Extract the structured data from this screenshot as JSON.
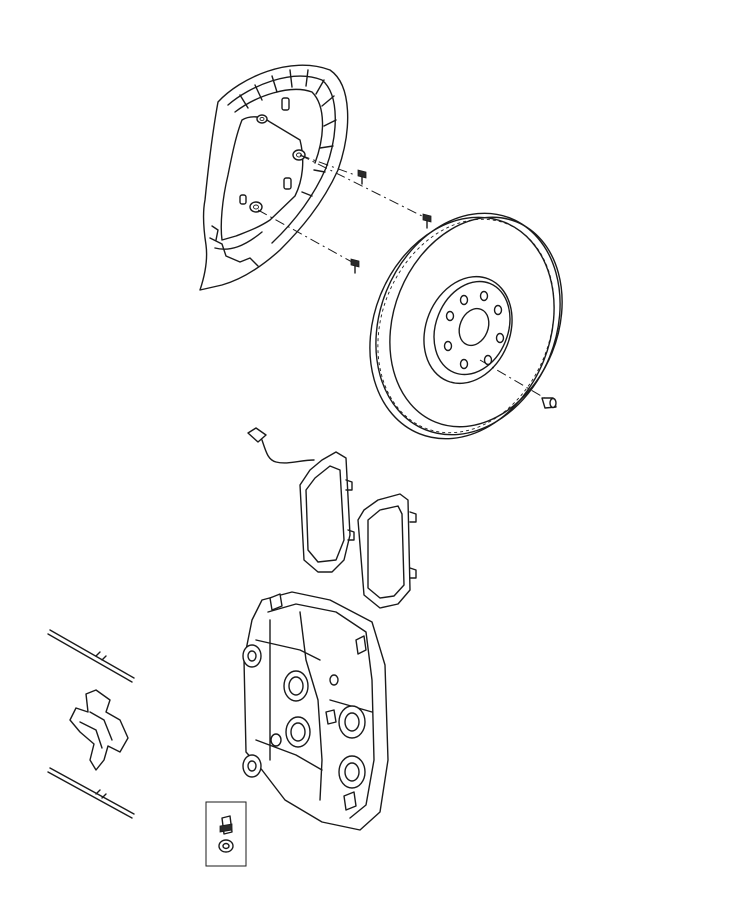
{
  "diagram": {
    "colors": {
      "line": "#1a1a1a",
      "background": "#ffffff"
    },
    "parts": [
      {
        "id": "splash-shield",
        "icon": "brake-splash-shield-icon"
      },
      {
        "id": "shield-screws",
        "icon": "screw-icon",
        "count": 3
      },
      {
        "id": "brake-rotor",
        "icon": "brake-rotor-icon"
      },
      {
        "id": "rotor-screw",
        "icon": "screw-icon"
      },
      {
        "id": "brake-pads",
        "icon": "brake-pad-icon",
        "count": 2
      },
      {
        "id": "wear-sensor",
        "icon": "wear-sensor-icon"
      },
      {
        "id": "brake-caliper",
        "icon": "brake-caliper-icon"
      },
      {
        "id": "pad-pins",
        "icon": "pin-icon",
        "count": 2
      },
      {
        "id": "anti-rattle-spring",
        "icon": "spring-clip-icon"
      },
      {
        "id": "bleeder-screw-kit",
        "icon": "bleeder-screw-icon"
      }
    ]
  }
}
